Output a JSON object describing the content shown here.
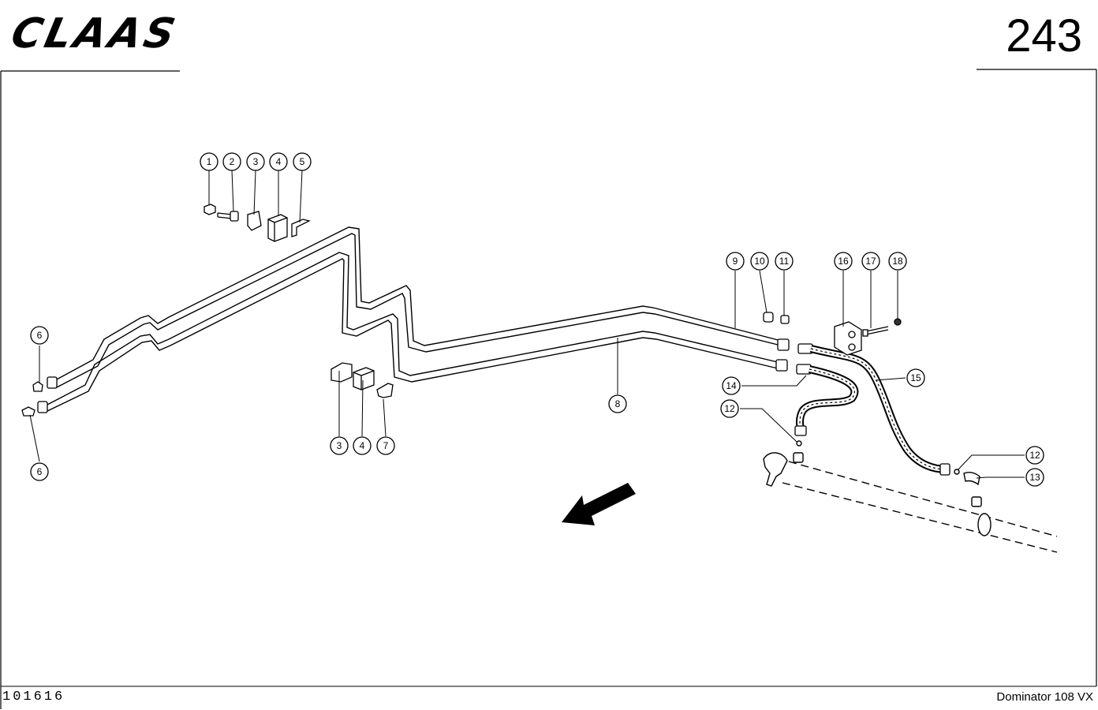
{
  "header": {
    "brand": "CLAAS",
    "page_number": "243"
  },
  "footer": {
    "drawing_id": "101616",
    "model": "Dominator 108 VX"
  },
  "callouts": [
    {
      "id": "c-1",
      "label": "1"
    },
    {
      "id": "c-2",
      "label": "2"
    },
    {
      "id": "c-3a",
      "label": "3"
    },
    {
      "id": "c-4a",
      "label": "4"
    },
    {
      "id": "c-5",
      "label": "5"
    },
    {
      "id": "c-6a",
      "label": "6"
    },
    {
      "id": "c-6b",
      "label": "6"
    },
    {
      "id": "c-3b",
      "label": "3"
    },
    {
      "id": "c-4b",
      "label": "4"
    },
    {
      "id": "c-7",
      "label": "7"
    },
    {
      "id": "c-8",
      "label": "8"
    },
    {
      "id": "c-9",
      "label": "9"
    },
    {
      "id": "c-10",
      "label": "10"
    },
    {
      "id": "c-11",
      "label": "11"
    },
    {
      "id": "c-16",
      "label": "16"
    },
    {
      "id": "c-17",
      "label": "17"
    },
    {
      "id": "c-18",
      "label": "18"
    },
    {
      "id": "c-14",
      "label": "14"
    },
    {
      "id": "c-15",
      "label": "15"
    },
    {
      "id": "c-12a",
      "label": "12"
    },
    {
      "id": "c-12b",
      "label": "12"
    },
    {
      "id": "c-13",
      "label": "13"
    }
  ],
  "colors": {
    "ink": "#000000",
    "paper": "#ffffff"
  }
}
